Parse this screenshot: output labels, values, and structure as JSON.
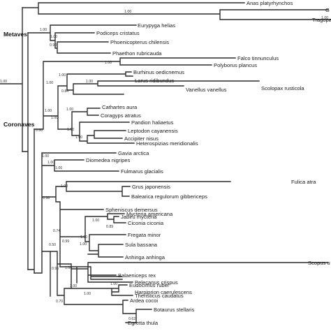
{
  "groups": [
    "Metaves",
    "Coronaves"
  ],
  "taxa": [
    "Anas platyrhynchos",
    "G",
    "Tragopa",
    "Eurypyga helias",
    "Podiceps cristatus",
    "Phoenicopterus chilensis",
    "Phaethon rubricauda",
    "Falco tinnunculus",
    "Polyborus plancus",
    "Burhinus oedicnemus",
    "Larus ridibundus",
    "Scolopax rusticola",
    "Vanellus vanellus",
    "Cathartes aura",
    "Coragyps atratus",
    "Pandion haliaetus",
    "Leptodon cayanensis",
    "Accipiter nisus",
    "Heterospizias meridionalis",
    "Gavia arctica",
    "Diomedea nigripes",
    "Fulmarus glacialis",
    "Fulica atra",
    "Grus japonensis",
    "Balearica regulorum gibbericeps",
    "Spheniscus demersus",
    "Mycteria americana",
    "Jabiru mycteria",
    "Ciconia ciconia",
    "Fregata minor",
    "Sula bassana",
    "Anhinga anhinga",
    "Scopus u",
    "Balaeniceps rex",
    "Pelecanus crispus",
    "Eudocimus ruber",
    "Harpiprion caerulescens",
    "Theristicus caudatus",
    "Ardea cocoi",
    "Botaurus stellaris",
    "Egretta thula"
  ],
  "support_values": [
    "1.00",
    "1.00",
    "1.00",
    "1.00",
    "0.90",
    "1.00",
    "1.00",
    "1.00",
    "1.00",
    "0.84",
    "1.00",
    "1.00",
    "1.00",
    "1.00",
    "1.00",
    "0.60",
    "0.98",
    "1.00",
    "1.00",
    "1.00",
    "1.00",
    "1.00",
    "0.89",
    "0.99",
    "1.00",
    "0.74",
    "0.50",
    "1.00",
    "0.96",
    "1.00",
    "1.00",
    "0.70",
    "0.62",
    "1.00",
    "1.00",
    "1.00"
  ]
}
